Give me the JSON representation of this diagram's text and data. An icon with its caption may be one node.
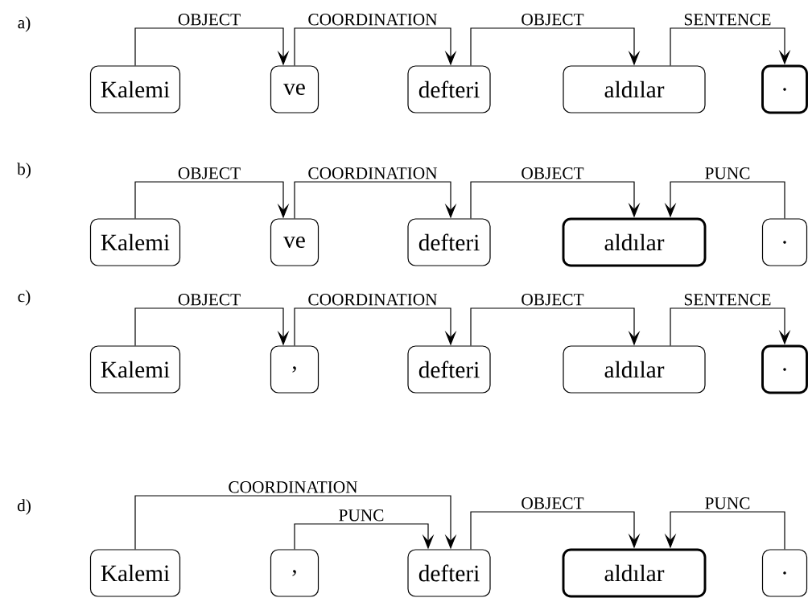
{
  "diagram": {
    "nodes": [
      {
        "text": [
          "Kalemi"
        ]
      },
      {
        "text": [
          "ve"
        ]
      },
      {
        "text": [
          "defteri"
        ]
      },
      {
        "text": [
          "aldılar"
        ]
      },
      {
        "text": [
          "."
        ]
      },
      {
        "text": [
          "Kalemi"
        ]
      },
      {
        "text": [
          "ve"
        ]
      },
      {
        "text": [
          "defteri"
        ]
      },
      {
        "text": [
          "aldılar"
        ]
      },
      {
        "text": [
          "."
        ]
      },
      {
        "text": [
          "Kalemi"
        ]
      },
      {
        "text": [
          ","
        ]
      },
      {
        "text": [
          "defteri"
        ]
      },
      {
        "text": [
          "aldılar"
        ]
      },
      {
        "text": [
          "."
        ]
      },
      {
        "text": [
          "Kalemi"
        ]
      },
      {
        "text": [
          ","
        ]
      },
      {
        "text": [
          "defteri"
        ]
      },
      {
        "text": [
          "aldılar"
        ]
      },
      {
        "text": [
          "."
        ]
      }
    ],
    "edges": [
      {
        "from": 0,
        "to": 1,
        "arrow": "to",
        "label": "OBJECT"
      },
      {
        "from": 1,
        "to": 2,
        "arrow": "to",
        "label": "COORDINATION"
      },
      {
        "from": 2,
        "to": 3,
        "arrow": "to",
        "label": "OBJECT"
      },
      {
        "from": 3,
        "to": 4,
        "arrow": "to",
        "label": "SENTENCE"
      },
      {
        "from": 5,
        "to": 6,
        "arrow": "to",
        "label": "OBJECT"
      },
      {
        "from": 6,
        "to": 7,
        "arrow": "to",
        "label": "COORDINATION"
      },
      {
        "from": 7,
        "to": 8,
        "arrow": "to",
        "label": "OBJECT"
      },
      {
        "from": 9,
        "to": 8,
        "arrow": "to",
        "label": "PUNC"
      },
      {
        "from": 10,
        "to": 11,
        "arrow": "to",
        "label": "OBJECT"
      },
      {
        "from": 11,
        "to": 12,
        "arrow": "to",
        "label": "COORDINATION"
      },
      {
        "from": 12,
        "to": 13,
        "arrow": "to",
        "label": "OBJECT"
      },
      {
        "from": 13,
        "to": 14,
        "arrow": "to",
        "label": "SENTENCE"
      },
      {
        "from": 15,
        "to": 17,
        "arrow": "to",
        "label": "COORDINATION"
      },
      {
        "from": 16,
        "to": 17,
        "arrow": "to",
        "label": "PUNC"
      },
      {
        "from": 17,
        "to": 18,
        "arrow": "to",
        "label": "OBJECT"
      },
      {
        "from": 19,
        "to": 18,
        "arrow": "to",
        "label": "PUNC"
      }
    ],
    "labels": [
      "a)",
      "b)",
      "c)",
      "d)"
    ]
  }
}
